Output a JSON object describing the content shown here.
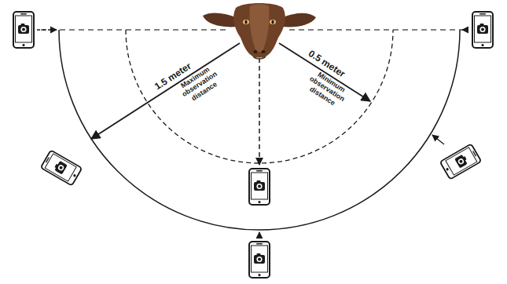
{
  "diagram": {
    "labels": [
      "1.5 meter",
      "Maximum observation distance",
      "0.5 meter",
      "Minimum observation distance"
    ]
  }
}
